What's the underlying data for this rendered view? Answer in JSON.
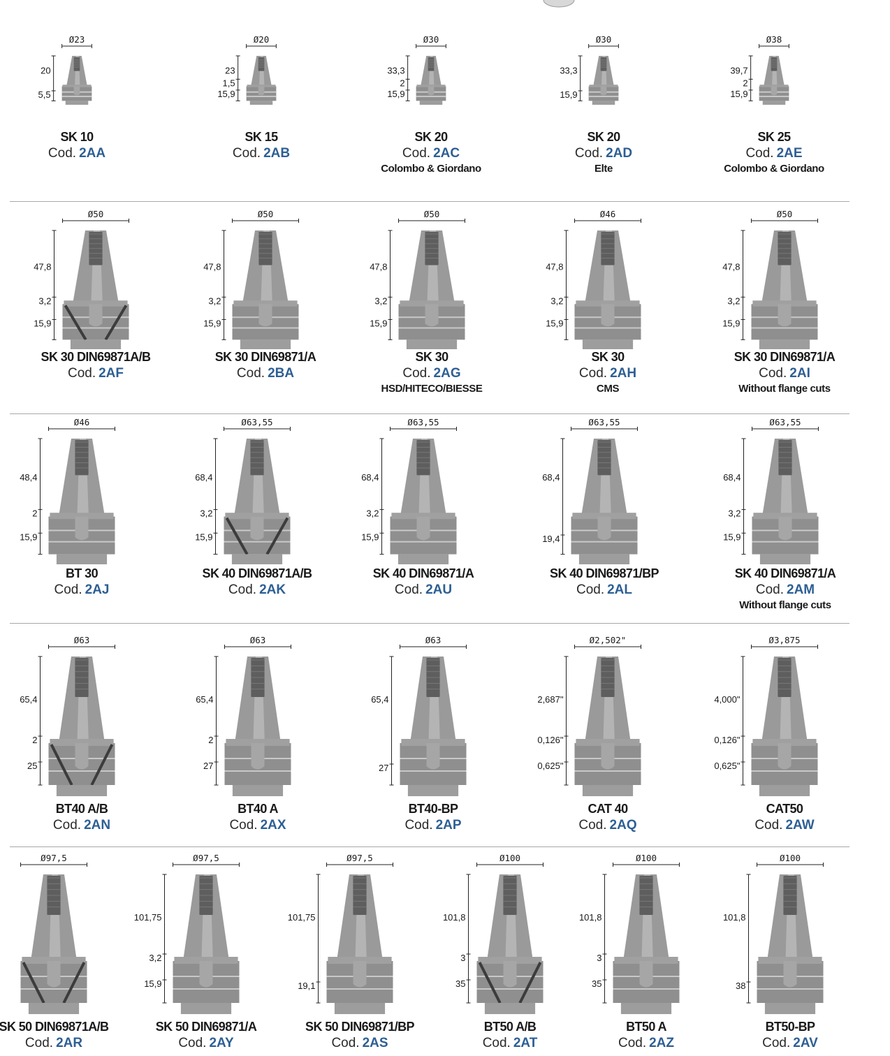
{
  "code_prefix": "Cod.",
  "rows": [
    [
      {
        "name": "SK 10",
        "code": "2AA",
        "note": "",
        "diameter": "Ø23",
        "dims": [
          "20",
          "5,5"
        ]
      },
      {
        "name": "SK 15",
        "code": "2AB",
        "note": "",
        "diameter": "Ø20",
        "dims": [
          "23",
          "1,5",
          "15,9"
        ]
      },
      {
        "name": "SK 20",
        "code": "2AC",
        "note": "Colombo & Giordano",
        "diameter": "Ø30",
        "dims": [
          "33,3",
          "2",
          "15,9"
        ]
      },
      {
        "name": "SK 20",
        "code": "2AD",
        "note": "Elte",
        "diameter": "Ø30",
        "dims": [
          "33,3",
          "15,9"
        ]
      },
      {
        "name": "SK 25",
        "code": "2AE",
        "note": "Colombo & Giordano",
        "diameter": "Ø38",
        "dims": [
          "39,7",
          "2",
          "15,9"
        ]
      }
    ],
    [
      {
        "name": "SK 30 DIN69871A/B",
        "code": "2AF",
        "note": "",
        "diameter": "Ø50",
        "dims": [
          "47,8",
          "3,2",
          "15,9"
        ]
      },
      {
        "name": "SK 30 DIN69871/A",
        "code": "2BA",
        "note": "",
        "diameter": "Ø50",
        "dims": [
          "47,8",
          "3,2",
          "15,9"
        ]
      },
      {
        "name": "SK 30",
        "code": "2AG",
        "note": "HSD/HITECO/BIESSE",
        "diameter": "Ø50",
        "dims": [
          "47,8",
          "3,2",
          "15,9"
        ]
      },
      {
        "name": "SK 30",
        "code": "2AH",
        "note": "CMS",
        "diameter": "Ø46",
        "dims": [
          "47,8",
          "3,2",
          "15,9"
        ]
      },
      {
        "name": "SK 30 DIN69871/A",
        "code": "2AI",
        "note": "Without flange cuts",
        "diameter": "Ø50",
        "dims": [
          "47,8",
          "3,2",
          "15,9"
        ]
      }
    ],
    [
      {
        "name": "BT 30",
        "code": "2AJ",
        "note": "",
        "diameter": "Ø46",
        "dims": [
          "48,4",
          "2",
          "15,9"
        ]
      },
      {
        "name": "SK 40 DIN69871A/B",
        "code": "2AK",
        "note": "",
        "diameter": "Ø63,55",
        "dims": [
          "68,4",
          "3,2",
          "15,9"
        ]
      },
      {
        "name": "SK 40 DIN69871/A",
        "code": "2AU",
        "note": "",
        "diameter": "Ø63,55",
        "dims": [
          "68,4",
          "3,2",
          "15,9"
        ]
      },
      {
        "name": "SK 40 DIN69871/BP",
        "code": "2AL",
        "note": "",
        "diameter": "Ø63,55",
        "dims": [
          "68,4",
          "19,4"
        ]
      },
      {
        "name": "SK 40 DIN69871/A",
        "code": "2AM",
        "note": "Without flange cuts",
        "diameter": "Ø63,55",
        "dims": [
          "68,4",
          "3,2",
          "15,9"
        ]
      }
    ],
    [
      {
        "name": "BT40 A/B",
        "code": "2AN",
        "note": "",
        "diameter": "Ø63",
        "dims": [
          "65,4",
          "2",
          "25"
        ]
      },
      {
        "name": "BT40 A",
        "code": "2AX",
        "note": "",
        "diameter": "Ø63",
        "dims": [
          "65,4",
          "2",
          "27"
        ]
      },
      {
        "name": "BT40-BP",
        "code": "2AP",
        "note": "",
        "diameter": "Ø63",
        "dims": [
          "65,4",
          "27"
        ]
      },
      {
        "name": "CAT 40",
        "code": "2AQ",
        "note": "",
        "diameter": "Ø2,502\"",
        "dims": [
          "2,687\"",
          "0,126\"",
          "0,625\""
        ]
      },
      {
        "name": "CAT50",
        "code": "2AW",
        "note": "",
        "diameter": "Ø3,875",
        "dims": [
          "4,000\"",
          "0,126\"",
          "0,625\""
        ]
      }
    ],
    [
      {
        "name": "SK 50 DIN69871A/B",
        "code": "2AR",
        "note": "",
        "diameter": "Ø97,5",
        "dims": []
      },
      {
        "name": "SK 50 DIN69871/A",
        "code": "2AY",
        "note": "",
        "diameter": "Ø97,5",
        "dims": [
          "101,75",
          "3,2",
          "15,9"
        ]
      },
      {
        "name": "SK 50 DIN69871/BP",
        "code": "2AS",
        "note": "",
        "diameter": "Ø97,5",
        "dims": [
          "101,75",
          "19,1"
        ]
      },
      {
        "name": "BT50 A/B",
        "code": "2AT",
        "note": "",
        "diameter": "Ø100",
        "dims": [
          "101,8",
          "3",
          "35"
        ]
      },
      {
        "name": "BT50 A",
        "code": "2AZ",
        "note": "",
        "diameter": "Ø100",
        "dims": [
          "101,8",
          "3",
          "35"
        ]
      },
      {
        "name": "BT50-BP",
        "code": "2AV",
        "note": "",
        "diameter": "Ø100",
        "dims": [
          "101,8",
          "38"
        ]
      }
    ]
  ]
}
